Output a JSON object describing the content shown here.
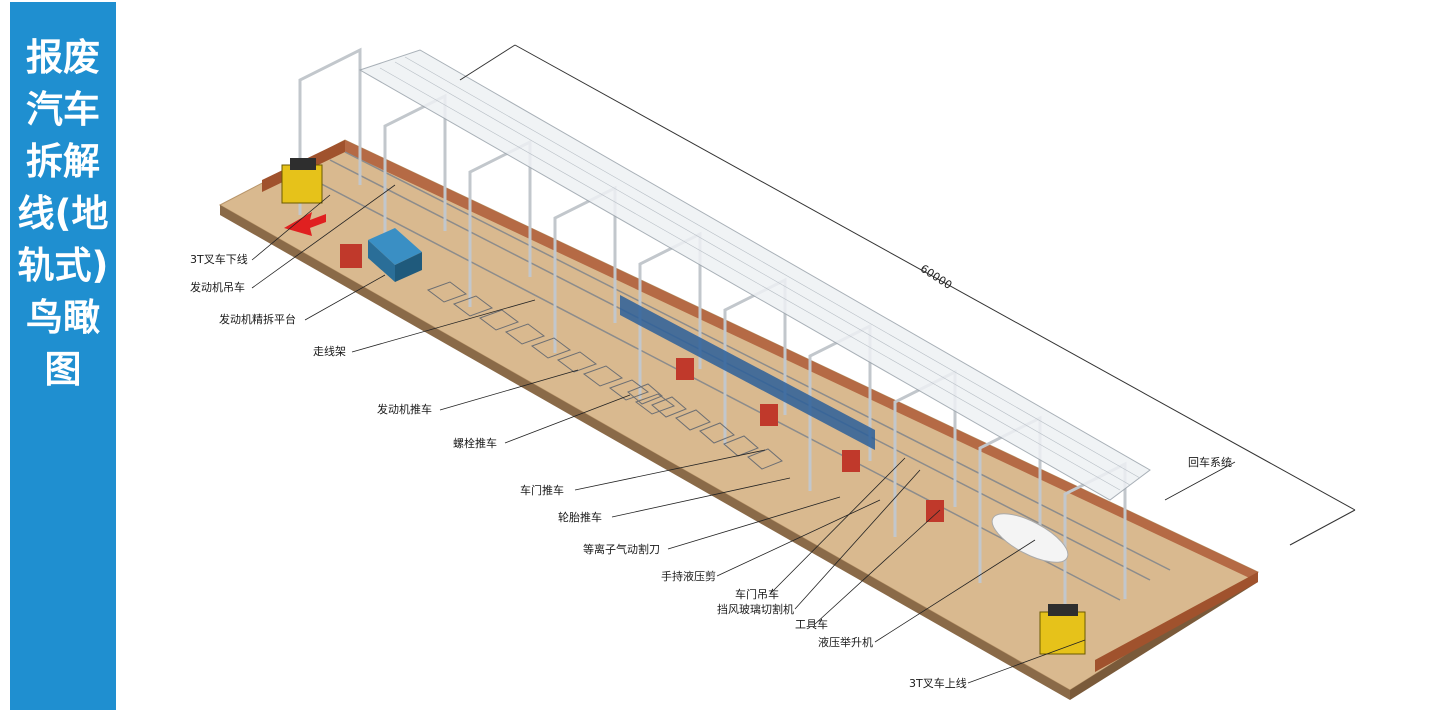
{
  "title": "报废汽车拆解线(地轨式)鸟瞰图",
  "dimension": "60000",
  "labels": {
    "forklift_off": "3T叉车下线",
    "engine_crane": "发动机吊车",
    "engine_platform": "发动机精拆平台",
    "wire_rack": "走线架",
    "engine_cart": "发动机推车",
    "bolt_cart": "螺栓推车",
    "door_cart": "车门推车",
    "tire_cart": "轮胎推车",
    "plasma_cutter": "等离子气动割刀",
    "hydraulic_shear": "手持液压剪",
    "door_crane": "车门吊车",
    "windshield_cutter": "挡风玻璃切割机",
    "tool_cart": "工具车",
    "hydraulic_lift": "液压举升机",
    "forklift_on": "3T叉车上线",
    "return_system": "回车系统"
  },
  "colors": {
    "banner": "#1f8fd0",
    "floor": "#d9b98f",
    "wall": "#a0522d",
    "frame": "#c7ccd1",
    "forklift": "#e6c21a",
    "arrow": "#e02020"
  }
}
